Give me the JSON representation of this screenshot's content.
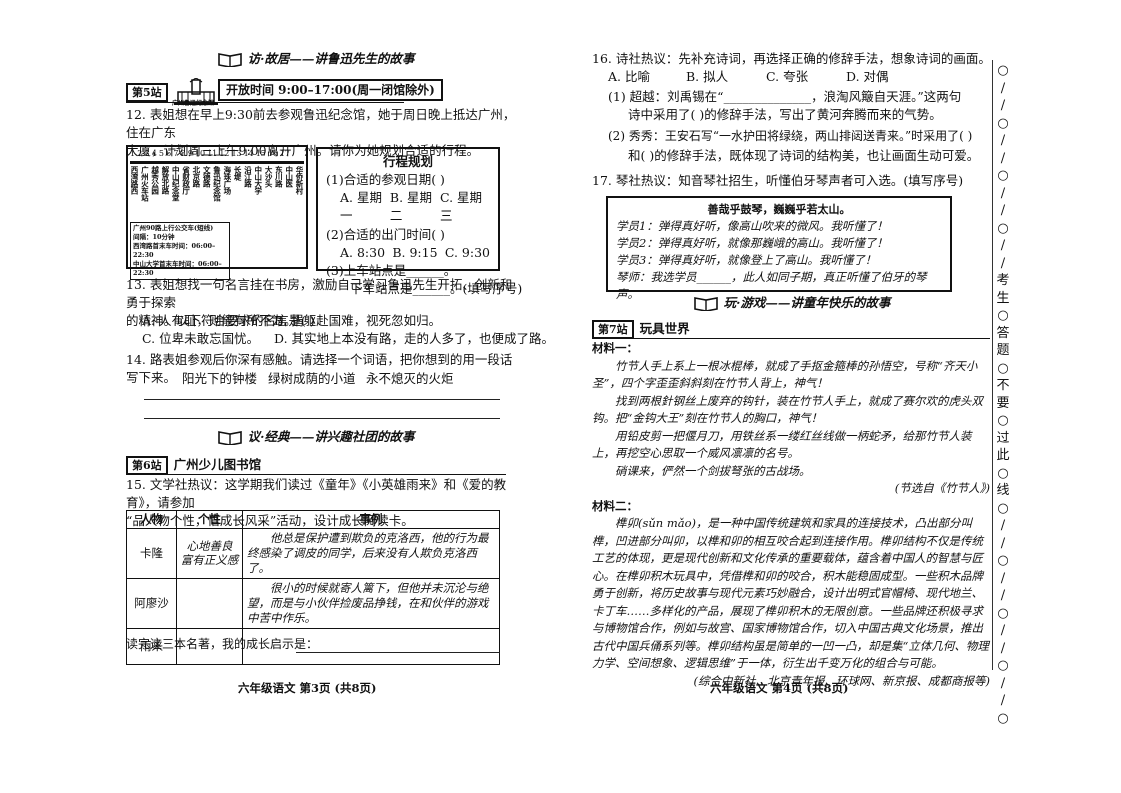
{
  "left": {
    "sec1_title": "访·故居——讲鲁迅先生的故事",
    "station5_tag": "第5站",
    "museum_caption": "广州鲁迅纪念馆",
    "open_hours": "开放时间 9:00–17:00(周一闭馆除外)",
    "q12": {
      "text1": "12. 表姐想在早上9:30前去参观鲁迅纪念馆，她于周日晚上抵达广州，住在广东",
      "text2": "大厦，计划周三上午9:00离开广州。请你为她规划合适的行程。",
      "route_numbers": "1  2  3  4  5  6  7  8  9  10 11 12 13 14 15 16 17",
      "stops": [
        "西湾路西",
        "广州火车站",
        "越秀公园",
        "解放北路",
        "中山纪念堂",
        "省财政厅",
        "北京路",
        "文德路",
        "鲁迅纪念馆",
        "海珠广场",
        "长堤",
        "沿江路",
        "中山大学",
        "大沙头",
        "东川路",
        "中山医",
        "华侨新村"
      ],
      "route_name": "广州90路上行公交车(短线)",
      "interval": "间隔：10分钟",
      "first_bus": "西湾路首末车时间：06:00–22:30",
      "last_bus": "中山大学首末车时间：06:00–22:30",
      "plan_title": "行程规划",
      "plan_q1": "(1)合适的参观日期(    )",
      "plan_q1_opts": [
        "A. 星期一",
        "B. 星期二",
        "C. 星期三"
      ],
      "plan_q2": "(2)合适的出门时间(    )",
      "plan_q2_opts": [
        "A. 8:30",
        "B. 9:15",
        "C. 9:30"
      ],
      "plan_q3a": "(3)上车站点是______。",
      "plan_q3b": "下车站点是______。(填写序号)"
    },
    "q13": {
      "text1": "13. 表姐想找一句名言挂在书房，激励自己学习鲁迅先生开拓、创新和勇于探索",
      "text2": "的精神。以下符合要求的名言是(    )",
      "optA": "A. 人有耻，则能有所不为。",
      "optB": "B. 捐躯赴国难，视死忽如归。",
      "optC": "C. 位卑未敢忘国忧。",
      "optD": "D. 其实地上本没有路，走的人多了，也便成了路。"
    },
    "q14": {
      "text": "14. 路表姐参观后你深有感触。请选择一个词语，把你想到的用一段话写下来。",
      "words": [
        "阳光下的钟楼",
        "绿树成荫的小道",
        "永不熄灭的火炬"
      ]
    },
    "sec2_title": "议·经典——讲兴趣社团的故事",
    "station6_tag": "第6站",
    "station6_name": "广州少儿图书馆",
    "q15": {
      "text1": "15. 文学社热议：这学期我们读过《童年》《小英雄雨来》和《爱的教育》，请参加",
      "text2": "“品人物个性，悟成长风采”活动，设计成长阅读卡。",
      "headers": [
        "人物",
        "个性",
        "事例"
      ],
      "rows": [
        {
          "name": "卡隆",
          "trait": "心地善良 富有正义感",
          "example": "他总是保护遭到欺负的克洛西，他的行为最终感染了调皮的同学，后来没有人欺负克洛西了。"
        },
        {
          "name": "阿廖沙",
          "trait": "",
          "example": "很小的时候就寄人篱下，但他并未沉沦与绝望，而是与小伙伴捡废品挣钱，在和伙伴的游戏中苦中作乐。"
        },
        {
          "name": "雨来",
          "trait": "",
          "example": ""
        }
      ],
      "after": "读完这三本名著，我的成长启示是："
    },
    "footer": "六年级语文   第3页   (共8页)"
  },
  "right": {
    "q16": {
      "text": "16. 诗社热议：先补充诗词，再选择正确的修辞手法，想象诗词的画面。",
      "opts": [
        "A. 比喻",
        "B. 拟人",
        "C. 夸张",
        "D. 对偶"
      ],
      "p1a": "(1) 超越：刘禹锡在“______________，浪淘风簸自天涯。”这两句",
      "p1b": "诗中采用了(    )的修辞手法，写出了黄河奔腾而来的气势。",
      "p2a": "(2) 秀秀：王安石写“一水护田将绿绕，两山排闼送青来。”时采用了(    )",
      "p2b": "和(    )的修辞手法，既体现了诗词的结构美，也让画面生动可爱。"
    },
    "q17": {
      "text": "17. 琴社热议：知音琴社招生，听懂伯牙琴声者可入选。(填写序号)",
      "poem": "善哉乎鼓琴，巍巍乎若太山。",
      "s1": "学员1：弹得真好听，像高山吹来的微风。我听懂了！",
      "s2": "学员2：弹得真好听，就像那巍峨的高山。我听懂了！",
      "s3": "学员3：弹得真好听，就像登上了高山。我听懂了！",
      "judge": "琴师：我选学员______，此人如同子期，真正听懂了伯牙的琴声。"
    },
    "sec3_title": "玩·游戏——讲童年快乐的故事",
    "station7_tag": "第7站",
    "station7_name": "玩具世界",
    "m1_label": "材料一：",
    "m1_p1": "竹节人手上系上一根冰棍棒，就成了手抠金箍棒的孙悟空，号称“齐天小圣”，四个字歪歪斜斜刻在竹节人背上，神气！",
    "m1_p2": "找到两根針钢丝上废弃的钩针，装在竹节人手上，就成了赛尔欢的虎头双钩。把“金钩大王”刻在竹节人的胸口，神气！",
    "m1_p3": "用铅皮剪一把偃月刀，用铁丝系一缕红丝线做一柄蛇矛，给那竹节人装上，再挖空心思取一个威风凛凛的名号。",
    "m1_p4": "硝课来，俨然一个剑拔弩张的古战场。",
    "m1_src": "(节选自《竹节人》)",
    "m2_label": "材料二：",
    "m2_p": "榫卯(sǔn mǎo)，是一种中国传统建筑和家具的连接技术，凸出部分叫榫，凹进部分叫卯，以榫和卯的相互咬合起到连接作用。榫卯结构不仅是传统工艺的体现，更是现代创新和文化传承的重要载体，蕴含着中国人的智慧与匠心。在榫卯积木玩具中，凭借榫和卯的咬合，积木能稳固成型。一些积木品牌勇于创新，将历史故事与现代元素巧妙融合，设计出明式官帽椅、现代地兰、卡丁车……多样化的产品，展现了榫卯积木的无限创意。一些品牌还积极寻求与博物馆合作，例如与故宫、国家博物馆合作，切入中国古典文化场景，推出古代中国兵俑系列等。榫卯结构虽是简单的一凹一凸，却是集“立体几何、物理力学、空间想象、逻辑思维”于一体，衍生出千变万化的组合与可能。",
    "m2_src": "(综合中新社、北京青年报、环球网、新京报、成都商报等)",
    "footer": "六年级语文   第4页   (共8页)"
  },
  "binding": [
    "○",
    "/",
    "/",
    "○",
    "/",
    "/",
    "○",
    "/",
    "/",
    "○",
    "/",
    "/",
    "考",
    "生",
    "○",
    "答",
    "题",
    "○",
    "不",
    "要",
    "○",
    "过",
    "此",
    "○",
    "线",
    "○",
    "/",
    "/",
    "○",
    "/",
    "/",
    "○",
    "/",
    "/",
    "○",
    "/",
    "/",
    "○"
  ]
}
